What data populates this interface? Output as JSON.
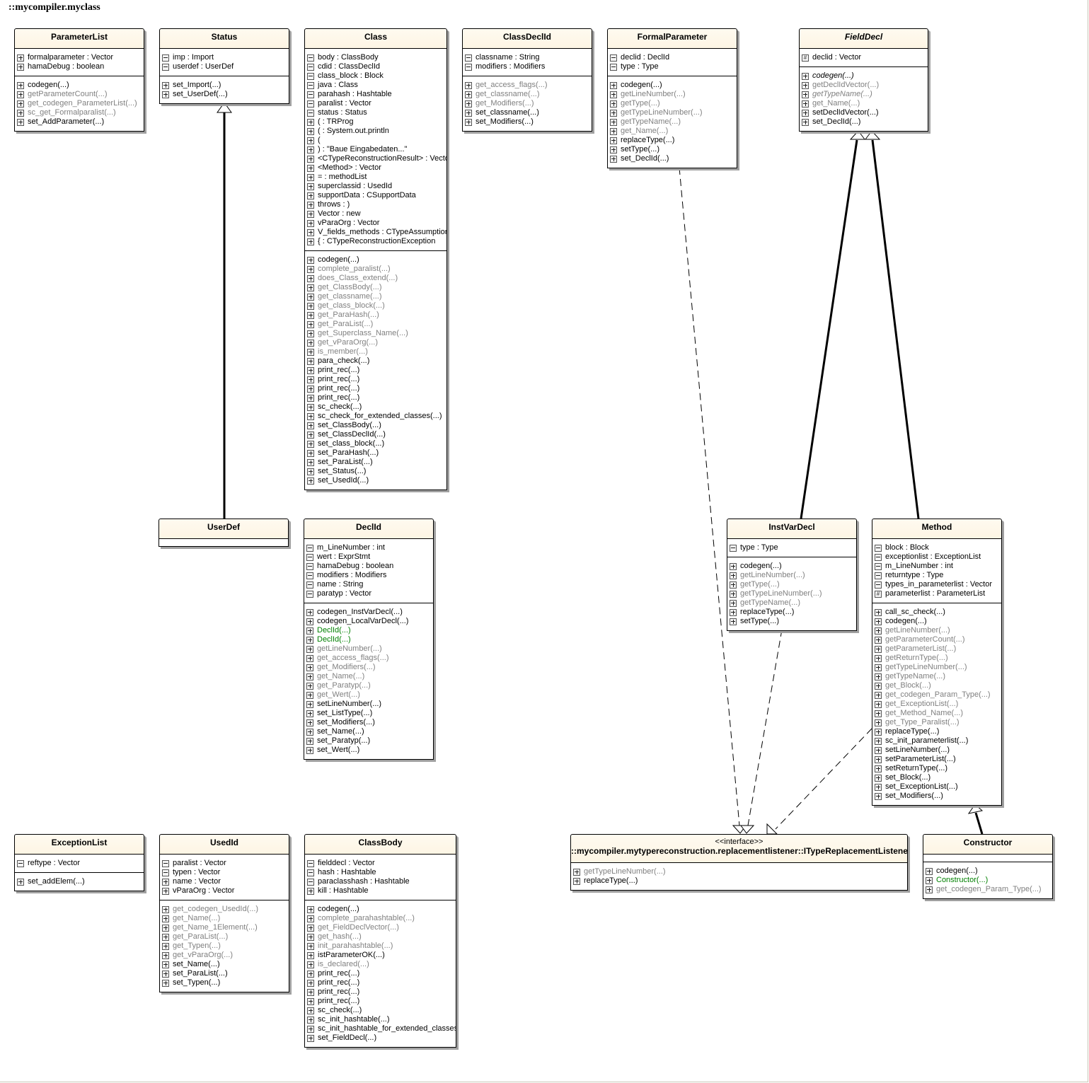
{
  "package_title": "::mycompiler.myclass",
  "colors": {
    "header_bg": "#fdf7e8",
    "inherited_gray": "#808080",
    "constructor_green": "#008000"
  },
  "classes": [
    {
      "name": "ParameterList",
      "attributes": [
        [
          "+",
          "formalparameter : Vector",
          "n"
        ],
        [
          "+",
          "hamaDebug : boolean",
          "n"
        ]
      ],
      "methods": [
        [
          "+",
          "codegen(...)",
          "n"
        ],
        [
          "+",
          "getParameterCount(...)",
          "g"
        ],
        [
          "+",
          "get_codegen_ParameterList(...)",
          "g"
        ],
        [
          "+",
          "sc_get_Formalparalist(...)",
          "g"
        ],
        [
          "+",
          "set_AddParameter(...)",
          "n"
        ]
      ]
    },
    {
      "name": "Status",
      "attributes": [
        [
          "-",
          "imp : Import",
          "n"
        ],
        [
          "-",
          "userdef : UserDef",
          "n"
        ]
      ],
      "methods": [
        [
          "+",
          "set_Import(...)",
          "n"
        ],
        [
          "+",
          "set_UserDef(...)",
          "n"
        ]
      ]
    },
    {
      "name": "Class",
      "attributes": [
        [
          "-",
          "body : ClassBody",
          "n"
        ],
        [
          "-",
          "cdid : ClassDeclId",
          "n"
        ],
        [
          "-",
          "class_block : Block",
          "n"
        ],
        [
          "-",
          "java : Class",
          "n"
        ],
        [
          "-",
          "parahash : Hashtable",
          "n"
        ],
        [
          "-",
          "paralist : Vector",
          "n"
        ],
        [
          "-",
          "status : Status",
          "n"
        ],
        [
          "+",
          "( : TRProg",
          "n"
        ],
        [
          "+",
          "( : System.out.println",
          "n"
        ],
        [
          "+",
          "(",
          "n"
        ],
        [
          "+",
          ") : \"Baue Eingabedaten...\"",
          "n"
        ],
        [
          "+",
          "<CTypeReconstructionResult> : Vector",
          "n"
        ],
        [
          "+",
          "<Method> : Vector",
          "n"
        ],
        [
          "+",
          "= : methodList",
          "n"
        ],
        [
          "+",
          "superclassid : UsedId",
          "n"
        ],
        [
          "+",
          "supportData : CSupportData",
          "n"
        ],
        [
          "+",
          "throws : )",
          "n"
        ],
        [
          "+",
          "Vector : new",
          "n"
        ],
        [
          "+",
          "vParaOrg : Vector",
          "n"
        ],
        [
          "+",
          "V_fields_methods : CTypeAssumptionSet",
          "n"
        ],
        [
          "+",
          "{ : CTypeReconstructionException",
          "n"
        ]
      ],
      "methods": [
        [
          "+",
          "codegen(...)",
          "n"
        ],
        [
          "+",
          "complete_paralist(...)",
          "g"
        ],
        [
          "+",
          "does_Class_extend(...)",
          "g"
        ],
        [
          "+",
          "get_ClassBody(...)",
          "g"
        ],
        [
          "+",
          "get_classname(...)",
          "g"
        ],
        [
          "+",
          "get_class_block(...)",
          "g"
        ],
        [
          "+",
          "get_ParaHash(...)",
          "g"
        ],
        [
          "+",
          "get_ParaList(...)",
          "g"
        ],
        [
          "+",
          "get_Superclass_Name(...)",
          "g"
        ],
        [
          "+",
          "get_vParaOrg(...)",
          "g"
        ],
        [
          "+",
          "is_member(...)",
          "g"
        ],
        [
          "+",
          "para_check(...)",
          "n"
        ],
        [
          "+",
          "print_rec(...)",
          "n"
        ],
        [
          "+",
          "print_rec(...)",
          "n"
        ],
        [
          "+",
          "print_rec(...)",
          "n"
        ],
        [
          "+",
          "print_rec(...)",
          "n"
        ],
        [
          "+",
          "sc_check(...)",
          "n"
        ],
        [
          "+",
          "sc_check_for_extended_classes(...)",
          "n"
        ],
        [
          "+",
          "set_ClassBody(...)",
          "n"
        ],
        [
          "+",
          "set_ClassDeclId(...)",
          "n"
        ],
        [
          "+",
          "set_class_block(...)",
          "n"
        ],
        [
          "+",
          "set_ParaHash(...)",
          "n"
        ],
        [
          "+",
          "set_ParaList(...)",
          "n"
        ],
        [
          "+",
          "set_Status(...)",
          "n"
        ],
        [
          "+",
          "set_UsedId(...)",
          "n"
        ]
      ]
    },
    {
      "name": "ClassDeclId",
      "attributes": [
        [
          "-",
          "classname : String",
          "n"
        ],
        [
          "-",
          "modifiers : Modifiers",
          "n"
        ]
      ],
      "methods": [
        [
          "+",
          "get_access_flags(...)",
          "g"
        ],
        [
          "+",
          "get_classname(...)",
          "g"
        ],
        [
          "+",
          "get_Modifiers(...)",
          "g"
        ],
        [
          "+",
          "set_classname(...)",
          "n"
        ],
        [
          "+",
          "set_Modifiers(...)",
          "n"
        ]
      ]
    },
    {
      "name": "FormalParameter",
      "attributes": [
        [
          "-",
          "declid : DeclId",
          "n"
        ],
        [
          "-",
          "type : Type",
          "n"
        ]
      ],
      "methods": [
        [
          "+",
          "codegen(...)",
          "n"
        ],
        [
          "+",
          "getLineNumber(...)",
          "g"
        ],
        [
          "+",
          "getType(...)",
          "g"
        ],
        [
          "+",
          "getTypeLineNumber(...)",
          "g"
        ],
        [
          "+",
          "getTypeName(...)",
          "g"
        ],
        [
          "+",
          "get_Name(...)",
          "g"
        ],
        [
          "+",
          "replaceType(...)",
          "n"
        ],
        [
          "+",
          "setType(...)",
          "n"
        ],
        [
          "+",
          "set_DeclId(...)",
          "n"
        ]
      ]
    },
    {
      "name": "FieldDecl",
      "abstract": true,
      "attributes": [
        [
          "#",
          "declid : Vector",
          "n"
        ]
      ],
      "methods": [
        [
          "+",
          "codegen(...)",
          "i"
        ],
        [
          "+",
          "getDeclIdVector(...)",
          "g"
        ],
        [
          "+",
          "getTypeName(...)",
          "I"
        ],
        [
          "+",
          "get_Name(...)",
          "g"
        ],
        [
          "+",
          "setDeclIdVector(...)",
          "n"
        ],
        [
          "+",
          "set_DeclId(...)",
          "n"
        ]
      ]
    },
    {
      "name": "UserDef",
      "attributes": [],
      "methods": []
    },
    {
      "name": "DeclId",
      "attributes": [
        [
          "-",
          "m_LineNumber : int",
          "n"
        ],
        [
          "-",
          "wert : ExprStmt",
          "n"
        ],
        [
          "-",
          "hamaDebug : boolean",
          "n"
        ],
        [
          "-",
          "modifiers : Modifiers",
          "n"
        ],
        [
          "-",
          "name : String",
          "n"
        ],
        [
          "-",
          "paratyp : Vector",
          "n"
        ]
      ],
      "methods": [
        [
          "+",
          "codegen_InstVarDecl(...)",
          "n"
        ],
        [
          "+",
          "codegen_LocalVarDecl(...)",
          "n"
        ],
        [
          "+",
          "DeclId(...)",
          "G"
        ],
        [
          "+",
          "DeclId(...)",
          "G"
        ],
        [
          "+",
          "getLineNumber(...)",
          "g"
        ],
        [
          "+",
          "get_access_flags(...)",
          "g"
        ],
        [
          "+",
          "get_Modifiers(...)",
          "g"
        ],
        [
          "+",
          "get_Name(...)",
          "g"
        ],
        [
          "+",
          "get_Paratyp(...)",
          "g"
        ],
        [
          "+",
          "get_Wert(...)",
          "g"
        ],
        [
          "+",
          "setLineNumber(...)",
          "n"
        ],
        [
          "+",
          "set_ListType(...)",
          "n"
        ],
        [
          "+",
          "set_Modifiers(...)",
          "n"
        ],
        [
          "+",
          "set_Name(...)",
          "n"
        ],
        [
          "+",
          "set_Paratyp(...)",
          "n"
        ],
        [
          "+",
          "set_Wert(...)",
          "n"
        ]
      ]
    },
    {
      "name": "InstVarDecl",
      "attributes": [
        [
          "-",
          "type : Type",
          "n"
        ]
      ],
      "methods": [
        [
          "+",
          "codegen(...)",
          "n"
        ],
        [
          "+",
          "getLineNumber(...)",
          "g"
        ],
        [
          "+",
          "getType(...)",
          "g"
        ],
        [
          "+",
          "getTypeLineNumber(...)",
          "g"
        ],
        [
          "+",
          "getTypeName(...)",
          "g"
        ],
        [
          "+",
          "replaceType(...)",
          "n"
        ],
        [
          "+",
          "setType(...)",
          "n"
        ]
      ]
    },
    {
      "name": "Method",
      "attributes": [
        [
          "-",
          "block : Block",
          "n"
        ],
        [
          "-",
          "exceptionlist : ExceptionList",
          "n"
        ],
        [
          "-",
          "m_LineNumber : int",
          "n"
        ],
        [
          "-",
          "returntype : Type",
          "n"
        ],
        [
          "-",
          "types_in_parameterlist : Vector",
          "n"
        ],
        [
          "#",
          "parameterlist : ParameterList",
          "n"
        ]
      ],
      "methods": [
        [
          "+",
          "call_sc_check(...)",
          "n"
        ],
        [
          "+",
          "codegen(...)",
          "n"
        ],
        [
          "+",
          "getLineNumber(...)",
          "g"
        ],
        [
          "+",
          "getParameterCount(...)",
          "g"
        ],
        [
          "+",
          "getParameterList(...)",
          "g"
        ],
        [
          "+",
          "getReturnType(...)",
          "g"
        ],
        [
          "+",
          "getTypeLineNumber(...)",
          "g"
        ],
        [
          "+",
          "getTypeName(...)",
          "g"
        ],
        [
          "+",
          "get_Block(...)",
          "g"
        ],
        [
          "+",
          "get_codegen_Param_Type(...)",
          "g"
        ],
        [
          "+",
          "get_ExceptionList(...)",
          "g"
        ],
        [
          "+",
          "get_Method_Name(...)",
          "g"
        ],
        [
          "+",
          "get_Type_Paralist(...)",
          "g"
        ],
        [
          "+",
          "replaceType(...)",
          "n"
        ],
        [
          "+",
          "sc_init_parameterlist(...)",
          "n"
        ],
        [
          "+",
          "setLineNumber(...)",
          "n"
        ],
        [
          "+",
          "setParameterList(...)",
          "n"
        ],
        [
          "+",
          "setReturnType(...)",
          "n"
        ],
        [
          "+",
          "set_Block(...)",
          "n"
        ],
        [
          "+",
          "set_ExceptionList(...)",
          "n"
        ],
        [
          "+",
          "set_Modifiers(...)",
          "n"
        ]
      ]
    },
    {
      "name": "ExceptionList",
      "attributes": [
        [
          "-",
          "reftype : Vector",
          "n"
        ]
      ],
      "methods": [
        [
          "+",
          "set_addElem(...)",
          "n"
        ]
      ]
    },
    {
      "name": "UsedId",
      "attributes": [
        [
          "-",
          "paralist : Vector",
          "n"
        ],
        [
          "-",
          "typen : Vector",
          "n"
        ],
        [
          "+",
          "name : Vector",
          "n"
        ],
        [
          "+",
          "vParaOrg : Vector",
          "n"
        ]
      ],
      "methods": [
        [
          "+",
          "get_codegen_UsedId(...)",
          "g"
        ],
        [
          "+",
          "get_Name(...)",
          "g"
        ],
        [
          "+",
          "get_Name_1Element(...)",
          "g"
        ],
        [
          "+",
          "get_ParaList(...)",
          "g"
        ],
        [
          "+",
          "get_Typen(...)",
          "g"
        ],
        [
          "+",
          "get_vParaOrg(...)",
          "g"
        ],
        [
          "+",
          "set_Name(...)",
          "n"
        ],
        [
          "+",
          "set_ParaList(...)",
          "n"
        ],
        [
          "+",
          "set_Typen(...)",
          "n"
        ]
      ]
    },
    {
      "name": "ClassBody",
      "attributes": [
        [
          "-",
          "fielddecl : Vector",
          "n"
        ],
        [
          "-",
          "hash : Hashtable",
          "n"
        ],
        [
          "-",
          "paraclasshash : Hashtable",
          "n"
        ],
        [
          "+",
          "kill : Hashtable",
          "n"
        ]
      ],
      "methods": [
        [
          "+",
          "codegen(...)",
          "n"
        ],
        [
          "+",
          "complete_parahashtable(...)",
          "g"
        ],
        [
          "+",
          "get_FieldDeclVector(...)",
          "g"
        ],
        [
          "+",
          "get_hash(...)",
          "g"
        ],
        [
          "+",
          "init_parahashtable(...)",
          "g"
        ],
        [
          "+",
          "istParameterOK(...)",
          "n"
        ],
        [
          "+",
          "is_declared(...)",
          "g"
        ],
        [
          "+",
          "print_rec(...)",
          "n"
        ],
        [
          "+",
          "print_rec(...)",
          "n"
        ],
        [
          "+",
          "print_rec(...)",
          "n"
        ],
        [
          "+",
          "print_rec(...)",
          "n"
        ],
        [
          "+",
          "sc_check(...)",
          "n"
        ],
        [
          "+",
          "sc_init_hashtable(...)",
          "n"
        ],
        [
          "+",
          "sc_init_hashtable_for_extended_classes(...)",
          "n"
        ],
        [
          "+",
          "set_FieldDecl(...)",
          "n"
        ]
      ]
    },
    {
      "name": "::mycompiler.mytypereconstruction.replacementlistener::ITypeReplacementListener",
      "stereotype": "<<interface>>",
      "attributes": null,
      "methods": [
        [
          "+",
          "getTypeLineNumber(...)",
          "g"
        ],
        [
          "+",
          "replaceType(...)",
          "n"
        ]
      ]
    },
    {
      "name": "Constructor",
      "attributes": [],
      "methods": [
        [
          "+",
          "codegen(...)",
          "n"
        ],
        [
          "+",
          "Constructor(...)",
          "G"
        ],
        [
          "+",
          "get_codegen_Param_Type(...)",
          "g"
        ]
      ]
    }
  ],
  "relations": [
    {
      "type": "generalization",
      "from": "UserDef",
      "to": "Status"
    },
    {
      "type": "generalization",
      "from": "InstVarDecl",
      "to": "FieldDecl"
    },
    {
      "type": "generalization",
      "from": "Method",
      "to": "FieldDecl"
    },
    {
      "type": "generalization",
      "from": "Constructor",
      "to": "Method"
    },
    {
      "type": "realization",
      "from": "FormalParameter",
      "to": "ITypeReplacementListener"
    },
    {
      "type": "realization",
      "from": "InstVarDecl",
      "to": "ITypeReplacementListener"
    },
    {
      "type": "realization",
      "from": "Method",
      "to": "ITypeReplacementListener"
    }
  ]
}
